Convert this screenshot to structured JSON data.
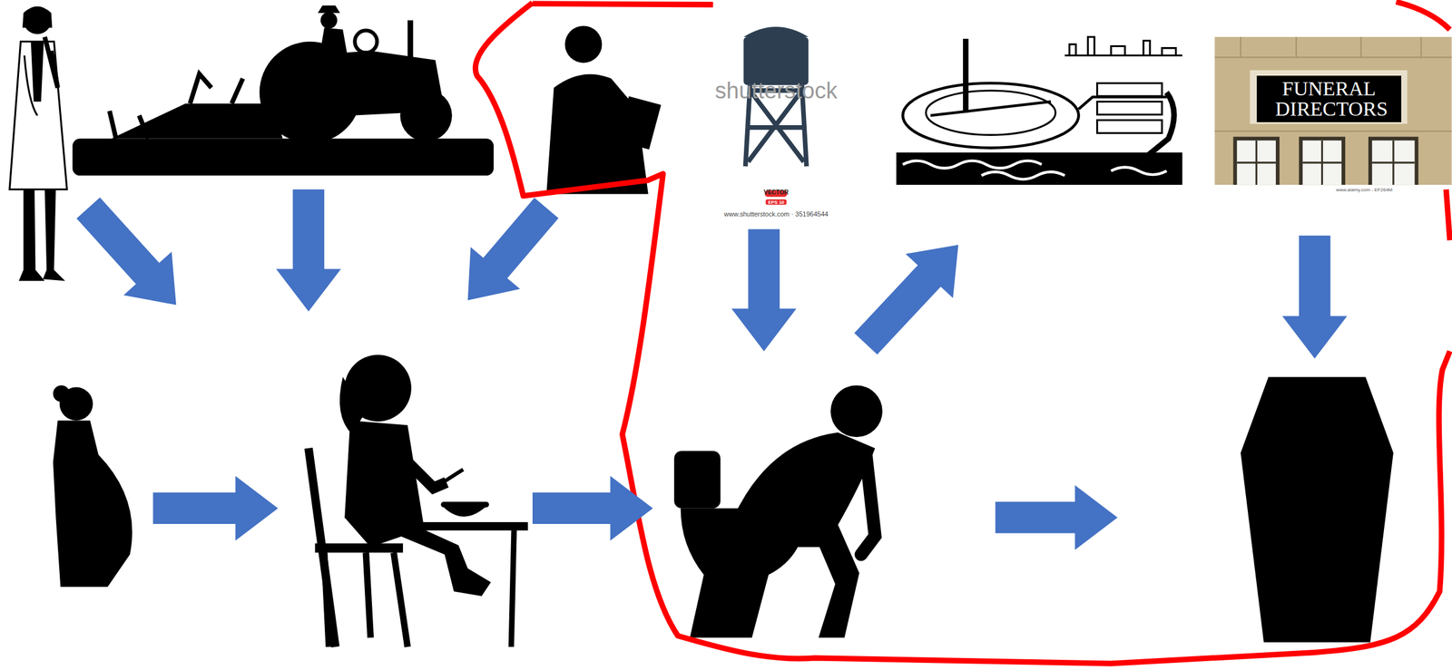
{
  "diagram": {
    "nodes": [
      {
        "text": [
          "FUNERAL DIRECTORS"
        ]
      }
    ],
    "labels": [
      "shutterstock",
      "VECTOR",
      "EPS 10",
      "www.shutterstock.com · 351964544",
      "www.alamy.com - EF264M"
    ]
  }
}
